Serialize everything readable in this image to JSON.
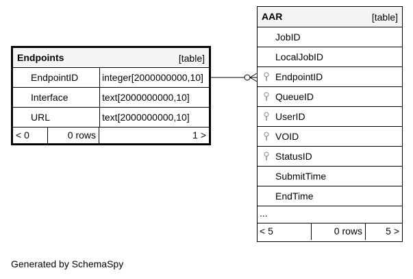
{
  "endpoints_table": {
    "name": "Endpoints",
    "kind": "[table]",
    "columns": [
      {
        "name": "EndpointID",
        "type": "integer[2000000000,10]"
      },
      {
        "name": "Interface",
        "type": "text[2000000000,10]"
      },
      {
        "name": "URL",
        "type": "text[2000000000,10]"
      }
    ],
    "footer": {
      "left": "< 0",
      "rows": "0 rows",
      "right": "1 >"
    }
  },
  "aar_table": {
    "name": "AAR",
    "kind": "[table]",
    "columns": [
      {
        "name": "JobID",
        "key": false
      },
      {
        "name": "LocalJobID",
        "key": false
      },
      {
        "name": "EndpointID",
        "key": true
      },
      {
        "name": "QueueID",
        "key": true
      },
      {
        "name": "UserID",
        "key": true
      },
      {
        "name": "VOID",
        "key": true
      },
      {
        "name": "StatusID",
        "key": true
      },
      {
        "name": "SubmitTime",
        "key": false
      },
      {
        "name": "EndTime",
        "key": false
      }
    ],
    "ellipsis": "...",
    "footer": {
      "left": "< 5",
      "rows": "0 rows",
      "right": "5 >"
    }
  },
  "caption": "Generated by SchemaSpy"
}
